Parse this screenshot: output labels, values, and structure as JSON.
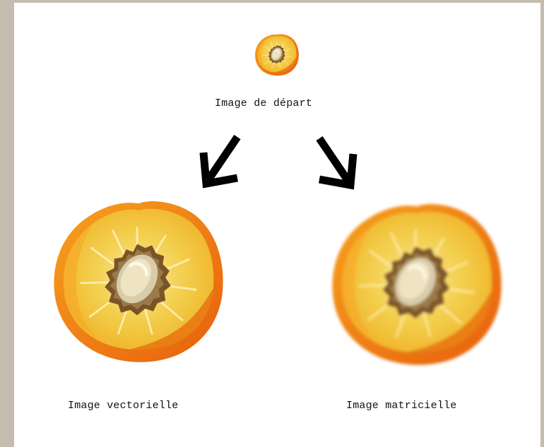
{
  "labels": {
    "start": "Image de départ",
    "vector": "Image vectorielle",
    "raster": "Image matricielle"
  },
  "colors": {
    "background_frame": "#c4bcaf",
    "canvas": "#ffffff",
    "peach_flesh": "#f2c544",
    "peach_skin": "#f08a16",
    "peach_deep": "#e86a10",
    "pit_brown": "#6b4a22",
    "pit_seed": "#e8dcb6",
    "arrow": "#000000"
  },
  "icons": {
    "start": "peach-half-icon",
    "vector": "peach-half-vector-icon",
    "raster": "peach-half-raster-icon",
    "arrow_left": "arrow-down-left-icon",
    "arrow_right": "arrow-down-right-icon"
  }
}
